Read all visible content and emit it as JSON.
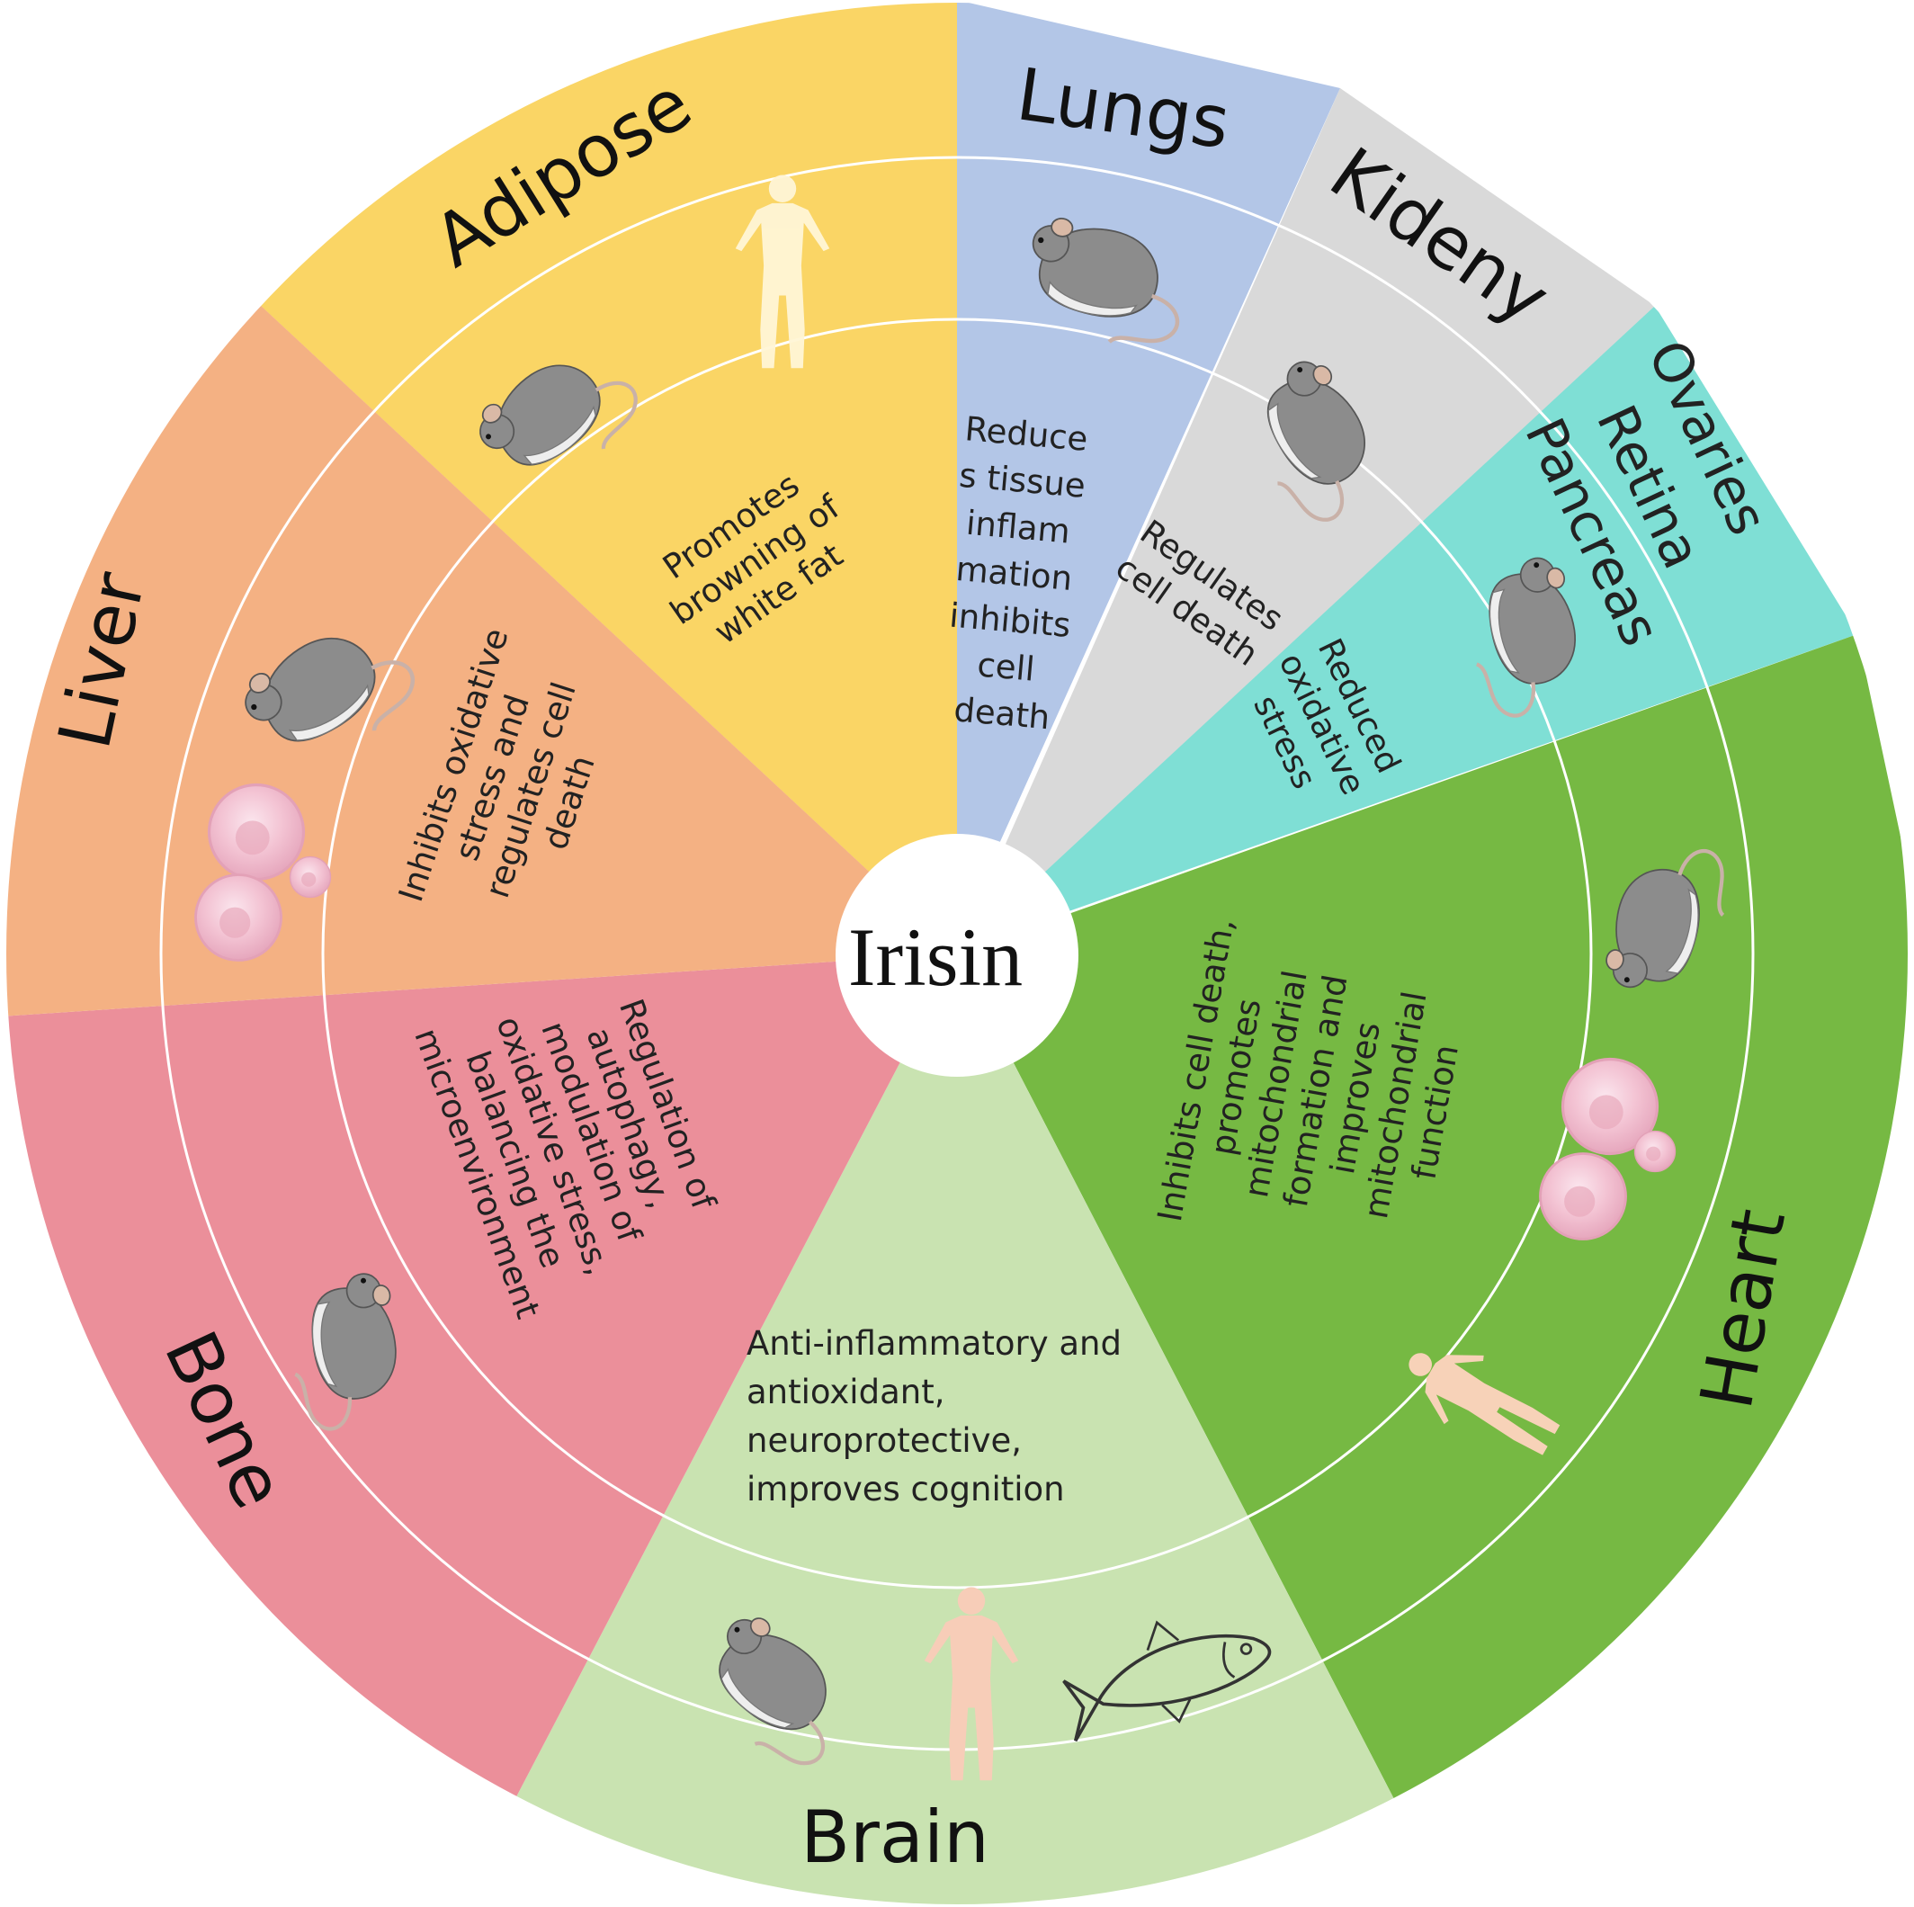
{
  "center_label": "Irisin",
  "colors": {
    "adipose": "#FAD565",
    "lungs": "#B3C6E7",
    "kidney": "#D9D9D9",
    "ovaries": "#7FDFD5",
    "heart": "#76B943",
    "brain": "#C9E3B1",
    "bone": "#EB8F9A",
    "liver": "#F4B183",
    "ring_line": "#ffffff"
  },
  "sectors": [
    {
      "id": "adipose",
      "organ": "Adipose",
      "effect": [
        "Promotes",
        "browning of",
        "white fat"
      ],
      "icons": [
        "human-icon",
        "mouse-icon"
      ]
    },
    {
      "id": "lungs",
      "organ": "Lungs",
      "effect": [
        "Reduce",
        "s tissue",
        "inflam",
        "mation",
        "inhibits",
        "cell",
        "death"
      ],
      "icons": [
        "mouse-icon"
      ]
    },
    {
      "id": "kidney",
      "organ": "Kideny",
      "effect": [
        "Regulates",
        "cell death"
      ],
      "icons": [
        "mouse-icon"
      ]
    },
    {
      "id": "ovaries",
      "organ": [
        "Ovaries",
        "Retina",
        "Pancreas"
      ],
      "effect": [
        "Reduced",
        "oxidative",
        "stress"
      ],
      "icons": [
        "mouse-icon"
      ]
    },
    {
      "id": "heart",
      "organ": "Heart",
      "effect": [
        "Inhibits cell death,",
        "promotes",
        "mitochondrial",
        "formation and",
        "improves",
        "mitochondrial",
        "function"
      ],
      "icons": [
        "mouse-icon",
        "cell-icon",
        "human-icon"
      ]
    },
    {
      "id": "brain",
      "organ": "Brain",
      "effect": [
        "Anti-inflammatory and",
        "antioxidant,",
        "neuroprotective,",
        "improves cognition"
      ],
      "icons": [
        "mouse-icon",
        "human-icon",
        "fish-icon"
      ]
    },
    {
      "id": "bone",
      "organ": "Bone",
      "effect": [
        "Regulation of",
        "autophagy,",
        "modulation of",
        "oxidative stress,",
        "balancing the",
        "microenvironment"
      ],
      "icons": [
        "mouse-icon"
      ]
    },
    {
      "id": "liver",
      "organ": "Liver",
      "effect": [
        "Inhibits oxidative",
        "stress and",
        "regulates cell",
        "death"
      ],
      "icons": [
        "mouse-icon",
        "cell-icon"
      ]
    }
  ]
}
